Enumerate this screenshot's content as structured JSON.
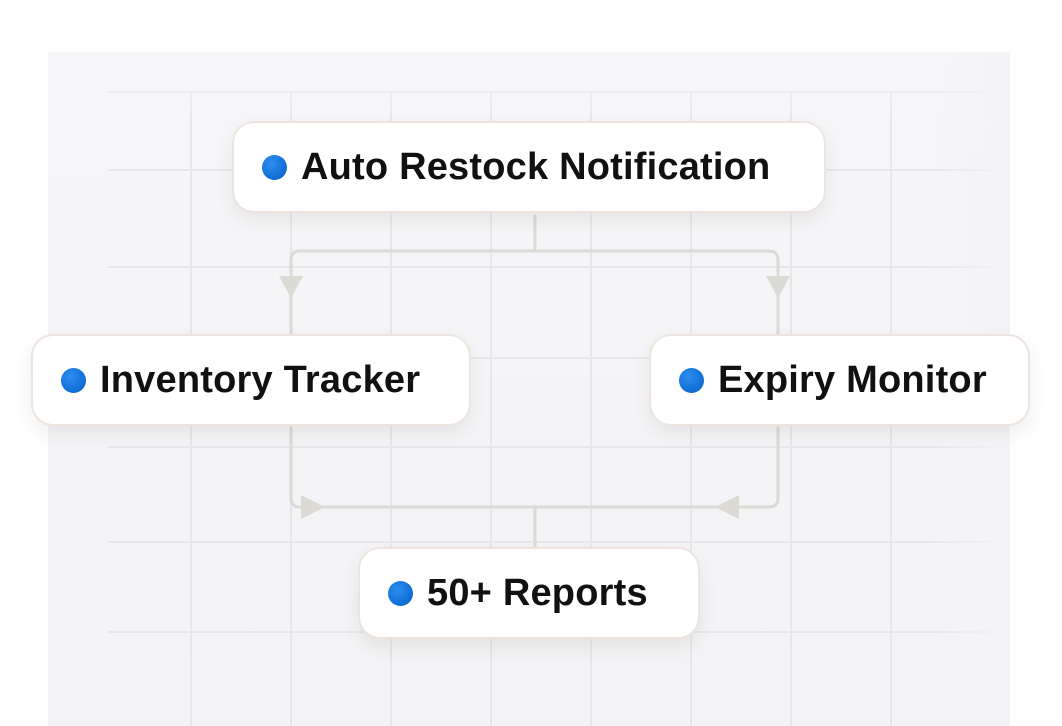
{
  "diagram": {
    "nodes": [
      {
        "id": "auto-restock",
        "label": "Auto Restock Notification"
      },
      {
        "id": "inventory",
        "label": "Inventory Tracker"
      },
      {
        "id": "expiry",
        "label": "Expiry Monitor"
      },
      {
        "id": "reports",
        "label": "50+ Reports"
      }
    ],
    "edges": [
      {
        "from": "auto-restock",
        "to": "inventory"
      },
      {
        "from": "auto-restock",
        "to": "expiry"
      },
      {
        "from": "inventory",
        "to": "reports"
      },
      {
        "from": "expiry",
        "to": "reports"
      }
    ]
  },
  "colors": {
    "dot": "#1473d9",
    "connector": "#dcdad5",
    "node_border": "#ede4df",
    "text": "#111111"
  },
  "icons": {
    "node_marker": "blue-dot-icon"
  }
}
